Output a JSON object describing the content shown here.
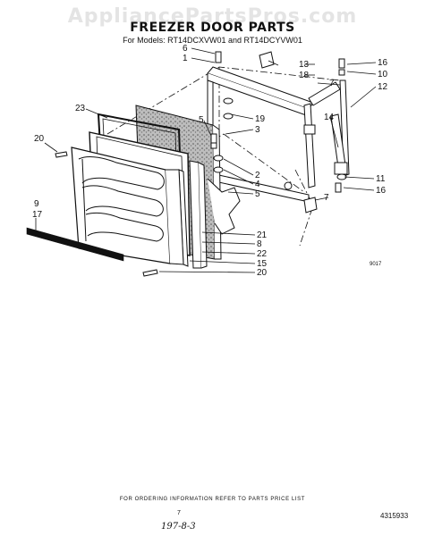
{
  "watermark": "AppliancePartsPros.com",
  "header": {
    "title": "FREEZER DOOR PARTS",
    "subtitle": "For Models: RT14DCXVW01 and RT14DCYVW01"
  },
  "callouts": {
    "c6": "6",
    "c1": "1",
    "c13": "13",
    "c18": "18",
    "c16a": "16",
    "c10": "10",
    "c7a": "7",
    "c12": "12",
    "c14": "14",
    "c23": "23",
    "c19": "19",
    "c5a": "5",
    "c3": "3",
    "c20a": "20",
    "c2": "2",
    "c4": "4",
    "c5b": "5",
    "c11": "11",
    "c16b": "16",
    "c7b": "7",
    "c9": "9",
    "c17": "17",
    "c21": "21",
    "c8": "8",
    "c22": "22",
    "c15": "15",
    "c20b": "20"
  },
  "figure_code": "9017",
  "footer": {
    "note": "FOR ORDERING INFORMATION REFER TO PARTS PRICE LIST",
    "page": "7",
    "doc_number": "4315933",
    "handwritten": "197-8-3"
  }
}
